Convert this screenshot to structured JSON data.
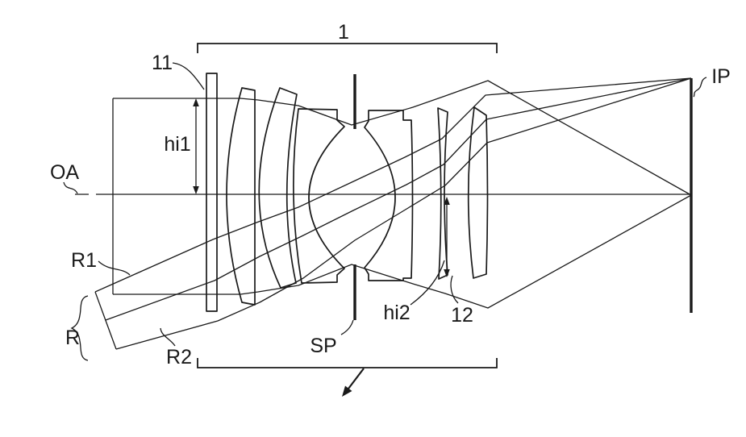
{
  "figure": {
    "type": "optical-lens-cross-section",
    "colors": {
      "ink": "#1a1a1a",
      "background": "#ffffff"
    },
    "labels": {
      "group": "1",
      "element11": "11",
      "hi1": "hi1",
      "oa": "OA",
      "r1": "R1",
      "r": "R",
      "r2": "R2",
      "sp": "SP",
      "hi2": "hi2",
      "element12": "12",
      "ip": "IP"
    }
  }
}
